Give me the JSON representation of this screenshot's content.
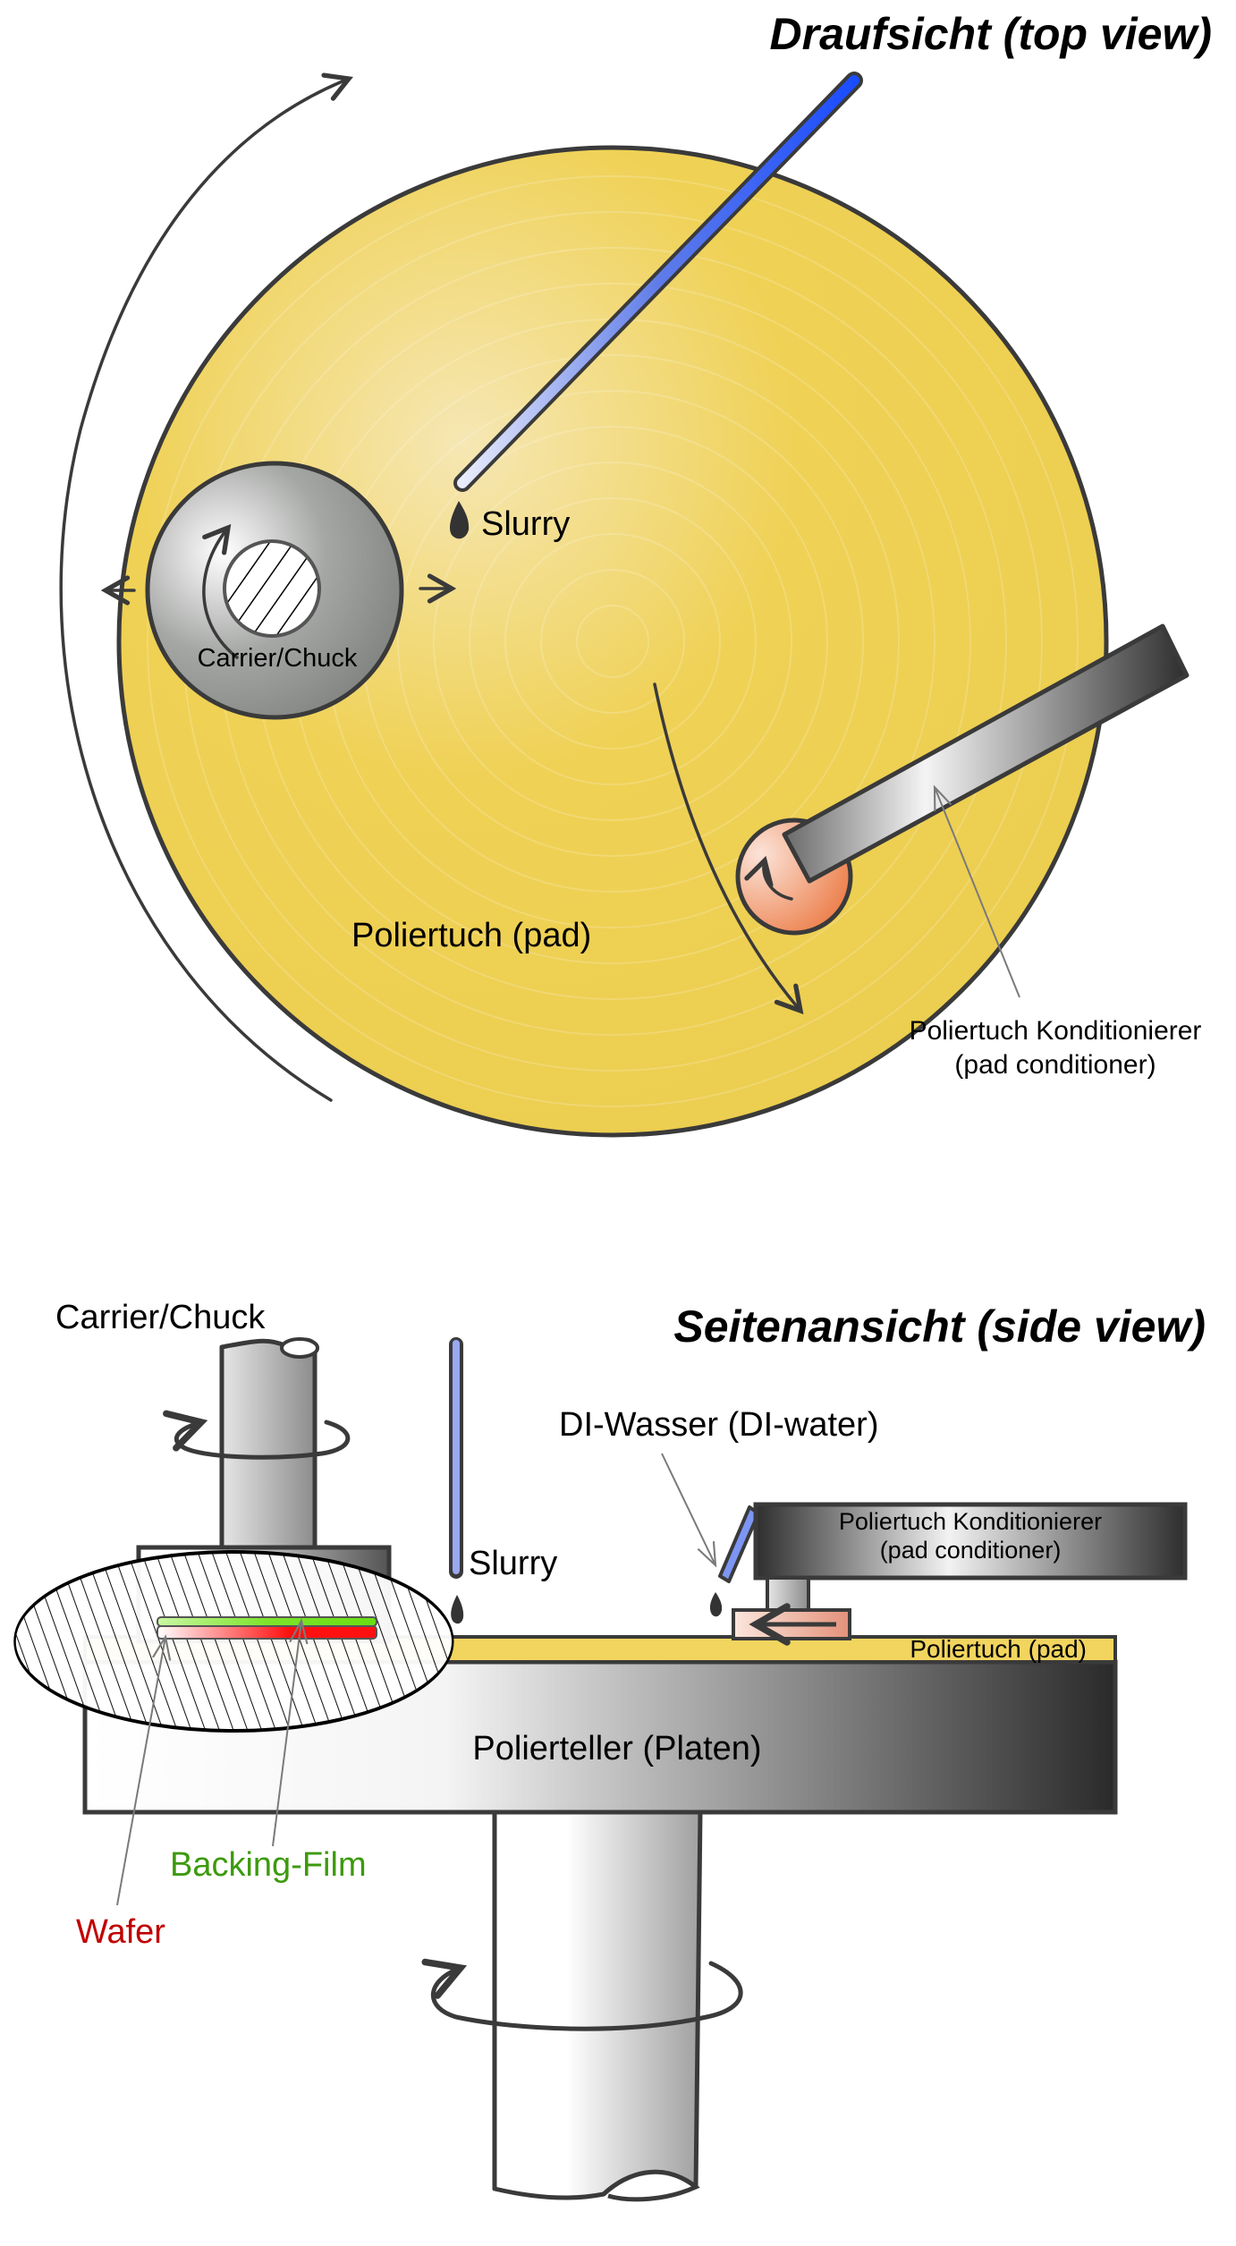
{
  "top_view": {
    "title": "Draufsicht (top view)",
    "slurry_label": "Slurry",
    "carrier_label": "Carrier/Chuck",
    "pad_label": "Poliertuch (pad)",
    "conditioner_label_line1": "Poliertuch Konditionierer",
    "conditioner_label_line2": "(pad conditioner)"
  },
  "side_view": {
    "title": "Seitenansicht (side view)",
    "carrier_label": "Carrier/Chuck",
    "slurry_label": "Slurry",
    "di_water_label": "DI-Wasser (DI-water)",
    "conditioner_label_line1": "Poliertuch Konditionierer",
    "conditioner_label_line2": "(pad conditioner)",
    "pad_label": "Poliertuch (pad)",
    "platen_label": "Polierteller (Platen)",
    "backing_film_label": "Backing-Film",
    "wafer_label": "Wafer"
  },
  "colors": {
    "pad_yellow": "#efd155",
    "pad_yellow_light": "#f6e7b4",
    "slurry_blue": "#1a4cff",
    "slurry_blue_light": "#9aa8f0",
    "conditioner_orange": "#ec7b45",
    "backing_film_green": "#72e01a",
    "wafer_red": "#ff1010",
    "backing_label_green": "#3c9a0c",
    "wafer_label_red": "#c00000",
    "outline": "#3a3a3a"
  }
}
